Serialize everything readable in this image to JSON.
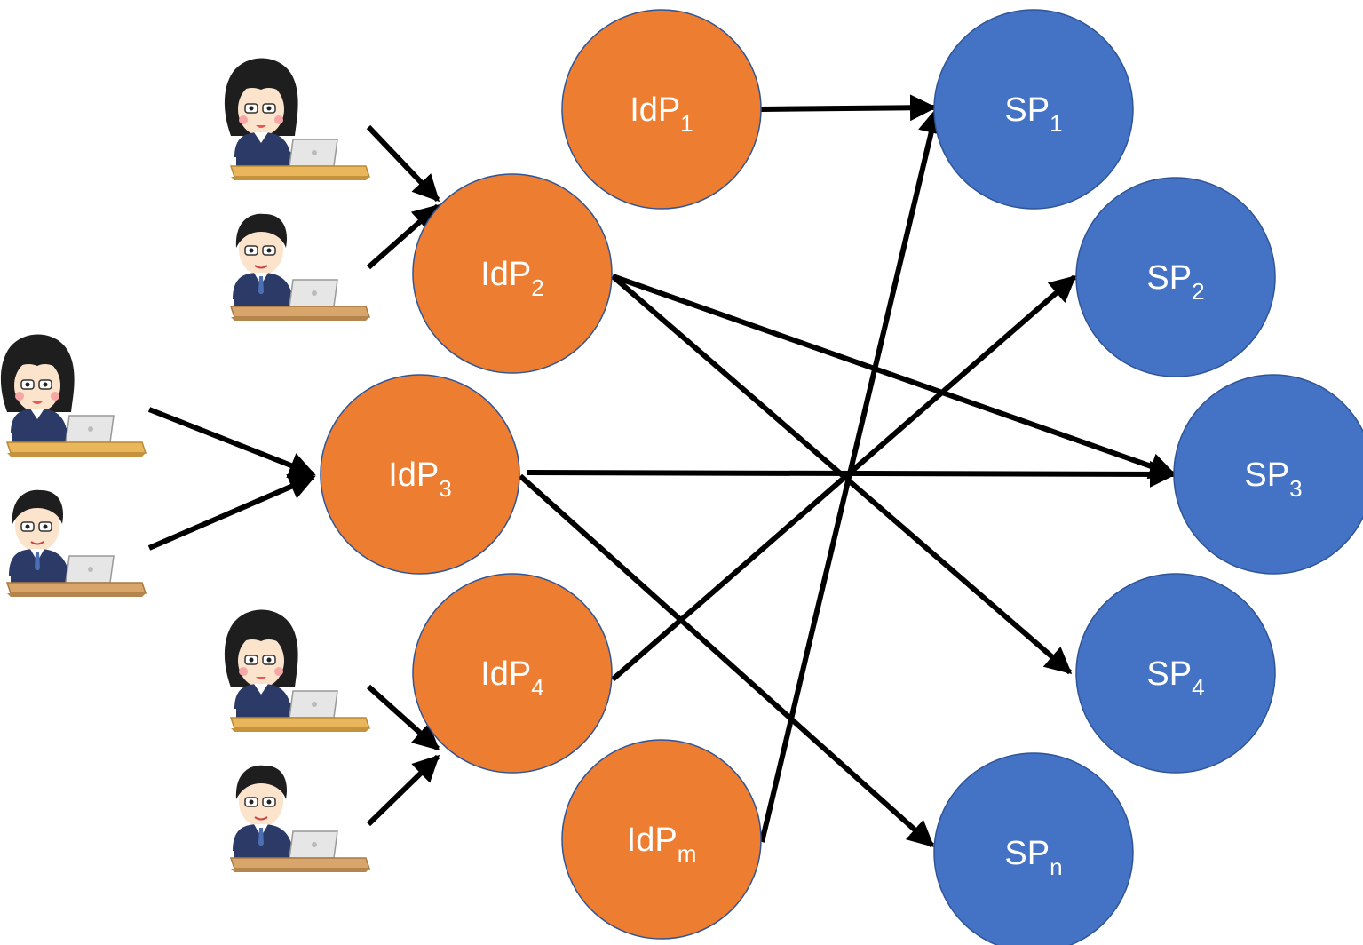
{
  "colors": {
    "idp_fill": "#ED7D31",
    "idp_stroke": "#2F5597",
    "sp_fill": "#4472C4",
    "sp_stroke": "#2F5597",
    "arrow": "#000000",
    "label": "#FFFFFF"
  },
  "idps": [
    {
      "id": "idp1",
      "base": "IdP",
      "sub": "1"
    },
    {
      "id": "idp2",
      "base": "IdP",
      "sub": "2"
    },
    {
      "id": "idp3",
      "base": "IdP",
      "sub": "3"
    },
    {
      "id": "idp4",
      "base": "IdP",
      "sub": "4"
    },
    {
      "id": "idpm",
      "base": "IdP",
      "sub": "m"
    }
  ],
  "sps": [
    {
      "id": "sp1",
      "base": "SP",
      "sub": "1"
    },
    {
      "id": "sp2",
      "base": "SP",
      "sub": "2"
    },
    {
      "id": "sp3",
      "base": "SP",
      "sub": "3"
    },
    {
      "id": "sp4",
      "base": "SP",
      "sub": "4"
    },
    {
      "id": "spn",
      "base": "SP",
      "sub": "n"
    }
  ],
  "users": [
    {
      "id": "user1",
      "icon": "woman-at-laptop-icon",
      "target": "idp2"
    },
    {
      "id": "user2",
      "icon": "man-at-laptop-icon",
      "target": "idp2"
    },
    {
      "id": "user3",
      "icon": "woman-at-laptop-icon",
      "target": "idp3"
    },
    {
      "id": "user4",
      "icon": "man-at-laptop-icon",
      "target": "idp3"
    },
    {
      "id": "user5",
      "icon": "woman-at-laptop-icon",
      "target": "idp4"
    },
    {
      "id": "user6",
      "icon": "man-at-laptop-icon",
      "target": "idp4"
    }
  ],
  "edges": [
    {
      "from": "idp1",
      "to": "sp1"
    },
    {
      "from": "idp2",
      "to": "sp3"
    },
    {
      "from": "idp2",
      "to": "sp4"
    },
    {
      "from": "idp3",
      "to": "sp3"
    },
    {
      "from": "idp3",
      "to": "spn"
    },
    {
      "from": "idp4",
      "to": "sp2"
    },
    {
      "from": "idpm",
      "to": "sp1"
    }
  ]
}
